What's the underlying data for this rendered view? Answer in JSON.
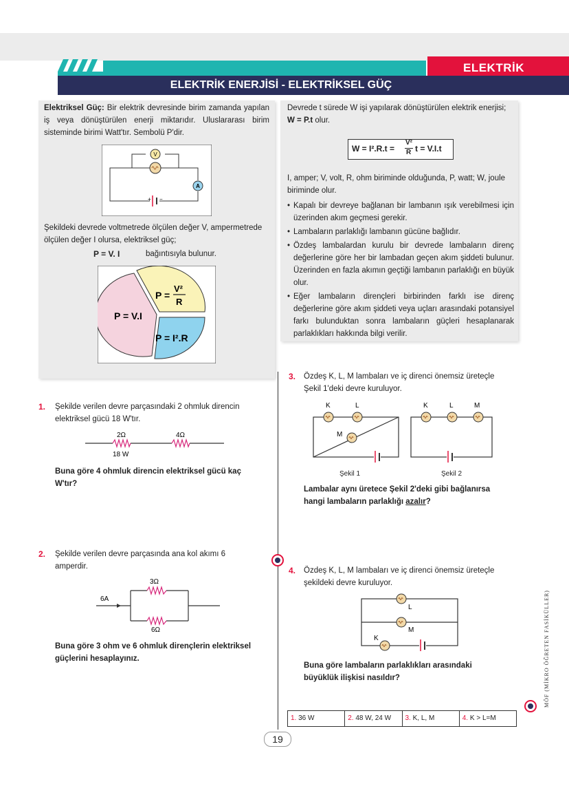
{
  "header": {
    "tag": "ELEKTRİK",
    "title": "ELEKTRİK ENERJİSİ - ELEKTRİKSEL GÜÇ"
  },
  "left_box": {
    "term": "Elektriksel Güç:",
    "def": " Bir elektrik devresinde birim zamanda yapılan iş veya dönüştürülen enerji miktarıdır. Uluslararası birim sisteminde birimi Watt'tır. Sembolü P'dir.",
    "circuit_labels": {
      "v": "V",
      "a": "A",
      "plus": "+",
      "minus": "−"
    },
    "text2": "Şekildeki devrede voltmetrede ölçülen değer V, ampermetrede ölçülen değer I olursa, elektriksel güç;",
    "formula": "P = V. I",
    "formula_suffix": "bağıntısıyla bulunur.",
    "pie": {
      "left": "P = V.I",
      "top_prefix": "P =",
      "top_num": "V²",
      "top_den": "R",
      "bottom": "P = I².R",
      "colors": {
        "left": "#f5d3de",
        "top": "#faf3b8",
        "bottom": "#8fd3ee"
      }
    }
  },
  "right_box": {
    "intro": "Devrede t sürede W işi yapılarak dönüştürülen elektrik enerjisi;",
    "formula1": "W = P.t",
    "formula1_suffix": " olur.",
    "formula2_a": "W = I².R.t =",
    "formula2_num": "V²",
    "formula2_den": "R",
    "formula2_b": "t = V.I.t",
    "units": "I, amper; V, volt, R, ohm biriminde olduğunda, P, watt; W, joule biriminde olur.",
    "bullets": [
      "Kapalı bir devreye bağlanan bir lambanın ışık verebilmesi için üzerinden akım geçmesi gerekir.",
      "Lambaların parlaklığı lambanın gücüne bağlıdır.",
      "Özdeş lambalardan kurulu bir devrede lambaların direnç değerlerine göre her bir lambadan geçen akım şiddeti bulunur. Üzerinden en fazla akımın geçtiği lambanın parlaklığı en büyük olur.",
      "Eğer lambaların dirençleri birbirinden farklı ise direnç değerlerine göre akım şiddeti veya uçları arasındaki potansiyel farkı bulunduktan sonra lambaların güçleri hesaplanarak parlaklıkları hakkında bilgi verilir."
    ]
  },
  "questions": {
    "q1": {
      "num": "1.",
      "text": "Şekilde verilen devre parçasındaki 2 ohmluk direncin elektriksel gücü 18 W'tır.",
      "r1": "2Ω",
      "r2": "4Ω",
      "p1": "18 W",
      "ask": "Buna göre 4 ohmluk direncin elektriksel gücü kaç W'tır?"
    },
    "q2": {
      "num": "2.",
      "text": "Şekilde verilen devre parçasında ana kol akımı 6 amperdir.",
      "current": "6A",
      "r1": "3Ω",
      "r2": "6Ω",
      "ask": "Buna göre 3 ohm ve 6 ohmluk dirençlerin elektriksel güçlerini hesaplayınız."
    },
    "q3": {
      "num": "3.",
      "text": "Özdeş K, L, M lambaları ve iç direnci önemsiz üreteçle Şekil 1'deki devre kuruluyor.",
      "labels": [
        "K",
        "L",
        "M"
      ],
      "fig1": "Şekil 1",
      "fig2": "Şekil 2",
      "ask_a": "Lambalar aynı üretece Şekil 2'deki gibi bağlanırsa hangi lambaların parlaklığı ",
      "ask_u": "azalır",
      "ask_b": "?"
    },
    "q4": {
      "num": "4.",
      "text": "Özdeş K, L, M lambaları ve iç direnci önemsiz üreteçle şekildeki devre kuruluyor.",
      "labels": [
        "K",
        "L",
        "M"
      ],
      "ask": "Buna göre lambaların parlaklıkları arasındaki büyüklük ilişkisi nasıldır?"
    }
  },
  "answers": [
    {
      "n": "1.",
      "v": "36 W"
    },
    {
      "n": "2.",
      "v": "48 W, 24 W"
    },
    {
      "n": "3.",
      "v": "K, L, M"
    },
    {
      "n": "4.",
      "v": "K > L=M"
    }
  ],
  "page_number": "19",
  "side_text": "MÖF (MİKRO ÖĞRETEN FASİKÜLLER)"
}
